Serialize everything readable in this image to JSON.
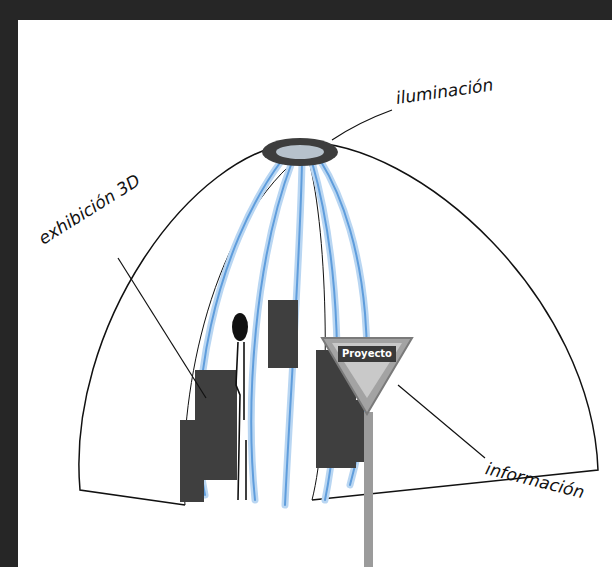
{
  "diagram": {
    "nodes": [
      {
        "text": [
          "Proyecto"
        ]
      }
    ],
    "labels": [
      "iluminación",
      "exhibición 3D",
      "información"
    ]
  }
}
